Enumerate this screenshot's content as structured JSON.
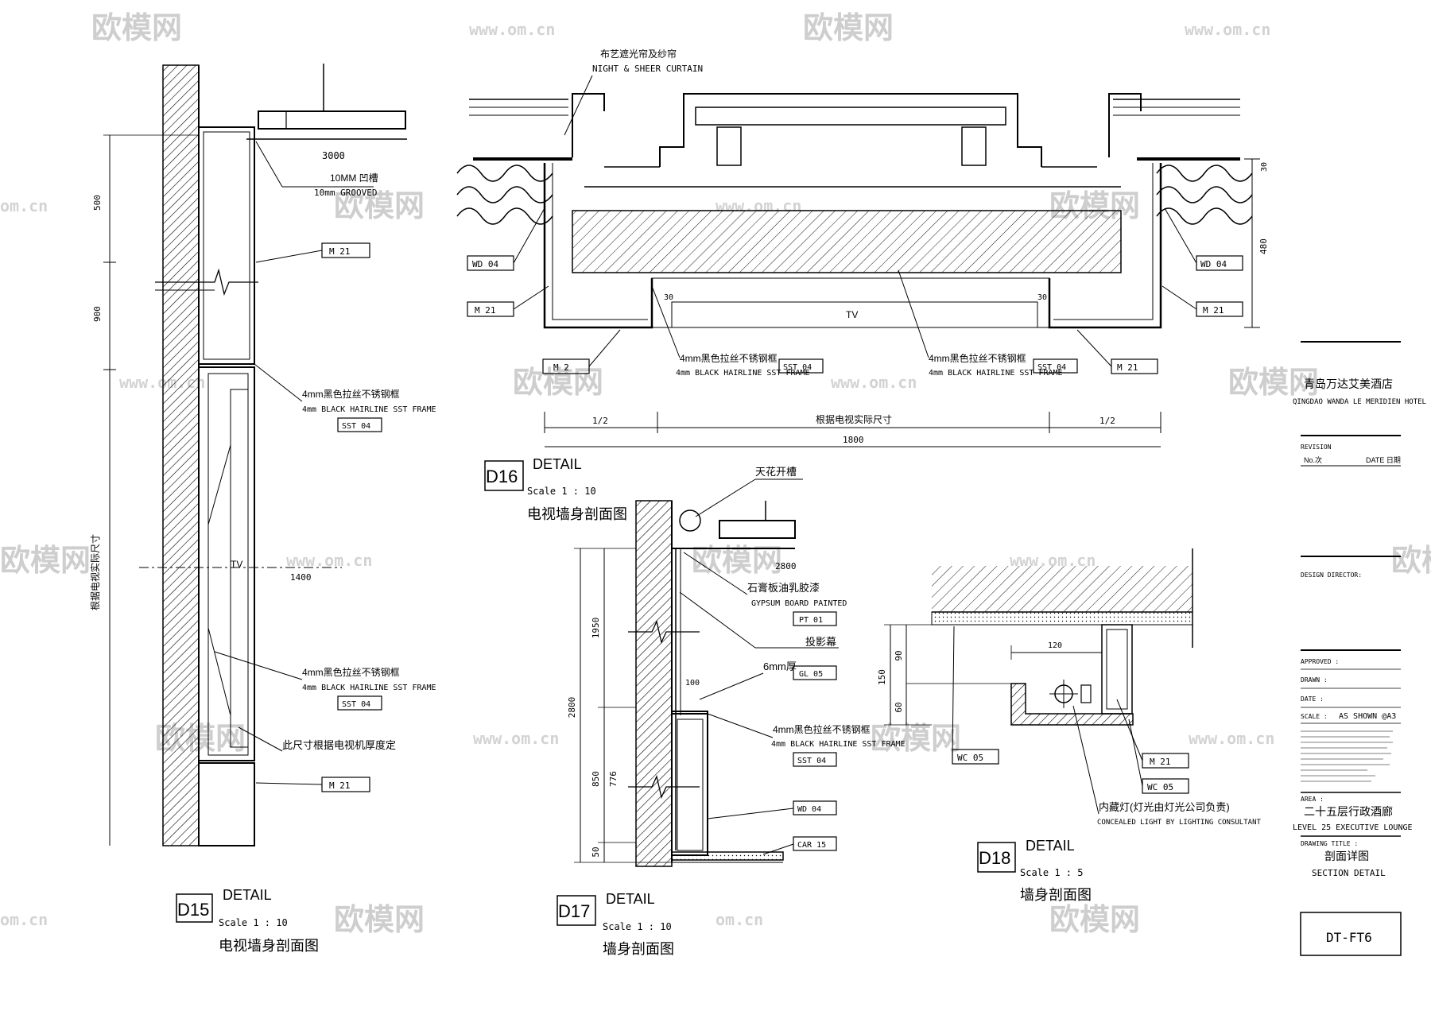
{
  "watermark": {
    "brand": "欧模网",
    "url": "www.om.cn",
    "url_short": "om.cn"
  },
  "d15": {
    "tag": "D15",
    "detail": "DETAIL",
    "scale": "Scale 1 :  10",
    "title_cn": "电视墙身剖面图",
    "dims": [
      "500",
      "900"
    ],
    "v_label": "根据电视实际尺寸",
    "h_label": "1400",
    "groove_height": "3000",
    "ann_groove_cn": "10MM 凹槽",
    "ann_groove_en": "10mm GROOVED",
    "tag_m21": "M 21",
    "ann_frame_cn": "4mm黑色拉丝不锈钢框",
    "ann_frame_en": "4mm BLACK HAIRLINE SST FRAME",
    "tag_sst": "SST 04",
    "tv": "TV",
    "ann_depth_cn": "此尺寸根据电视机厚度定"
  },
  "d16": {
    "tag": "D16",
    "detail": "DETAIL",
    "scale": "Scale 1 :  10",
    "title_cn": "电视墙身剖面图",
    "curtain_cn": "布艺遮光帘及纱帘",
    "curtain_en": "NIGHT & SHEER CURTAIN",
    "tag_wd": "WD 04",
    "tag_m21": "M 21",
    "tag_m2": "M 2",
    "tag_m21b": "M 21",
    "ann_frame_cn": "4mm黑色拉丝不锈钢框",
    "ann_frame_en": "4mm BLACK HAIRLINE SST FRAME",
    "tag_sst": "SST 04",
    "tv": "TV",
    "dim_left": "1/2",
    "dim_mid": "根据电视实际尺寸",
    "dim_right": "1/2",
    "dim_total": "1800",
    "dim_h": "480",
    "dim_top": "30",
    "dim_s": "30"
  },
  "d17": {
    "tag": "D17",
    "detail": "DETAIL",
    "scale": "Scale 1 :  10",
    "title_cn": "墙身剖面图",
    "ceiling_cn": "天花开槽",
    "ceiling_h": "2800",
    "gyp_cn": "石膏板油乳胶漆",
    "gyp_en": "GYPSUM BOARD PAINTED",
    "tag_pt": "PT 01",
    "screen_cn": "投影幕",
    "thick_cn": "6mm厚",
    "tag_gl": "GL 05",
    "ann_frame_cn": "4mm黑色拉丝不锈钢框",
    "ann_frame_en": "4mm BLACK HAIRLINE SST FRAME",
    "tag_sst": "SST 04",
    "tag_wd": "WD 04",
    "tag_car": "CAR 15",
    "dims_total": "2800",
    "dims": [
      "1950",
      "850",
      "50"
    ],
    "dim_inner": "776",
    "dim_a": "100"
  },
  "d18": {
    "tag": "D18",
    "detail": "DETAIL",
    "scale": "Scale 1 :  5",
    "title_cn": "墙身剖面图",
    "tag_wc": "WC 05",
    "tag_m21": "M 21",
    "tag_wc2": "WC 05",
    "light_cn": "内藏灯(灯光由灯光公司负责)",
    "light_en": "CONCEALED LIGHT BY LIGHTING CONSULTANT",
    "dims": [
      "150",
      "90",
      "60"
    ],
    "dim_w": "120"
  },
  "title_block": {
    "hotel_cn": "青岛万达艾美酒店",
    "hotel_en": "QINGDAO WANDA LE MERIDIEN HOTEL",
    "revision": "REVISION",
    "no": "No.次",
    "date": "DATE 日期",
    "design_director": "DESIGN DIRECTOR:",
    "approved": "APPROVED :",
    "drawn": "DRAWN :",
    "date2": "DATE :",
    "scale_label": "SCALE :",
    "scale_value": "AS SHOWN @A3",
    "area_label": "AREA :",
    "area_cn": "二十五层行政酒廊",
    "area_en": "LEVEL 25 EXECUTIVE LOUNGE",
    "drawing_title_label": "DRAWING TITLE :",
    "drawing_title_cn": "剖面详图",
    "drawing_title_en": "SECTION DETAIL",
    "sheet_no": "DT-FT6"
  }
}
